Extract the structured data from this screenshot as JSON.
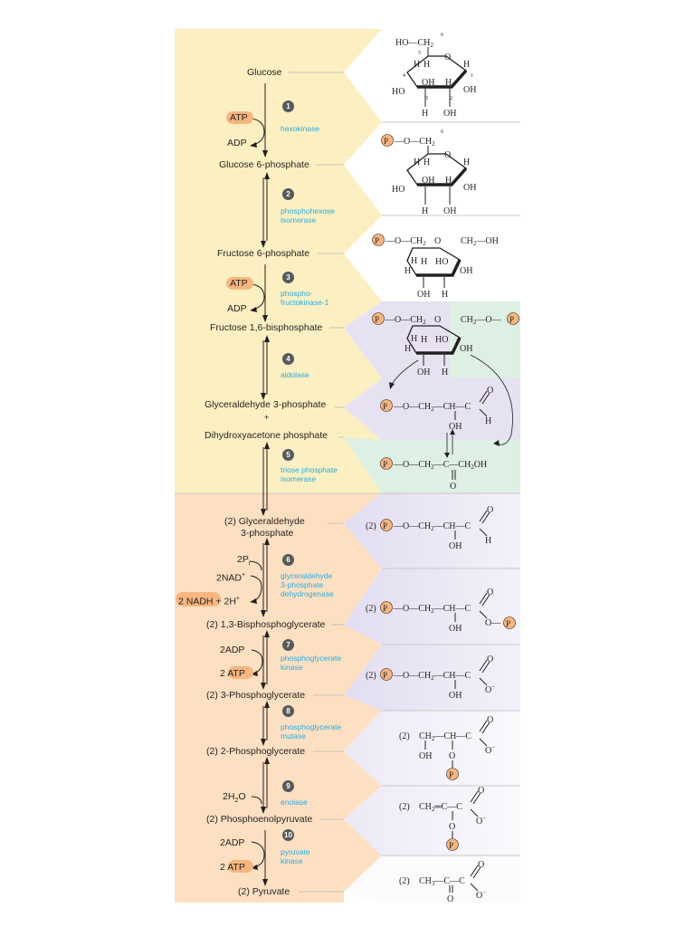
{
  "steps": [
    {
      "number": "1",
      "enzyme": [
        "hexokinase"
      ]
    },
    {
      "number": "2",
      "enzyme": [
        "phosphohexose",
        "isomerase"
      ]
    },
    {
      "number": "3",
      "enzyme": [
        "phospho-",
        "fructokinase-1"
      ]
    },
    {
      "number": "4",
      "enzyme": [
        "aldolase"
      ]
    },
    {
      "number": "5",
      "enzyme": [
        "triose phosphate",
        "isomerase"
      ]
    },
    {
      "number": "6",
      "enzyme": [
        "glyceraldehyde",
        "3-phosphate",
        "dehydrogenase"
      ]
    },
    {
      "number": "7",
      "enzyme": [
        "phosphoglycerate",
        "kinase"
      ]
    },
    {
      "number": "8",
      "enzyme": [
        "phosphoglycerate",
        "mutase"
      ]
    },
    {
      "number": "9",
      "enzyme": [
        "enolase"
      ]
    },
    {
      "number": "10",
      "enzyme": [
        "pyruvate",
        "kinase"
      ]
    }
  ],
  "metabolites": {
    "glucose": "Glucose",
    "g6p": "Glucose 6-phosphate",
    "f6p": "Fructose 6-phosphate",
    "f16bp": "Fructose 1,6-bisphosphate",
    "gap": "Glyceraldehyde 3-phosphate",
    "plus": "+",
    "dhap": "Dihydroxyacetone phosphate",
    "gap2_line1": "(2) Glyceraldehyde",
    "gap2_line2": "3-phosphate",
    "bpg13": "(2) 1,3-Bisphosphoglycerate",
    "pg3": "(2) 3-Phosphoglycerate",
    "pg2": "(2) 2-Phosphoglycerate",
    "pep": "(2) Phosphoenolpyruvate",
    "pyruvate": "(2) Pyruvate"
  },
  "cofactors": {
    "atp1": "ATP",
    "adp1": "ADP",
    "atp3": "ATP",
    "adp3": "ADP",
    "pi_coef": "2P",
    "pi_sub": "i",
    "nad_coef": "2NAD",
    "nad_sup": "+",
    "nadh_prefix": "2 NADH",
    "nadh_suffix": " + 2H",
    "nadh_sup": "+",
    "adp7": "2ADP",
    "atp7_prefix": "2 ",
    "atp7": "ATP",
    "h2o_prefix": "2H",
    "h2o_sub": "2",
    "h2o_suffix": "O",
    "adp10": "2ADP",
    "atp10_prefix": "2 ",
    "atp10": "ATP"
  },
  "colors": {
    "prep_phase": "#fcf0c2",
    "payoff_phase": "#fde0c2",
    "enzyme_text": "#29abe2",
    "atp_highlight": "#f7b67f",
    "phosphate": "#f7b67f",
    "lavender": "#e6e2f1",
    "mint": "#def0e4"
  }
}
